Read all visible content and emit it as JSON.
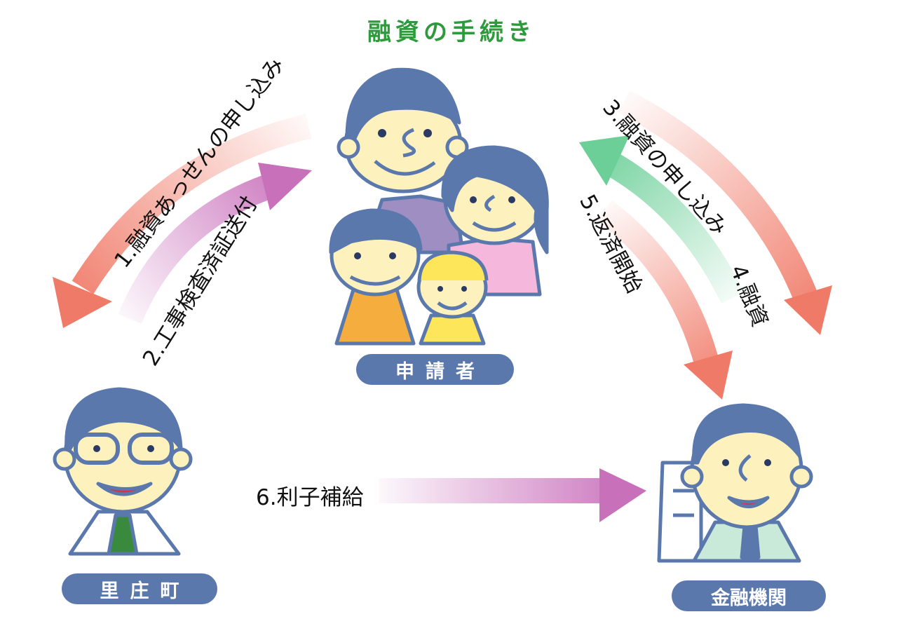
{
  "diagram": {
    "title": "融資の手続き",
    "nodes": {
      "applicant": "申請者",
      "town": "里庄町",
      "bank": "金融機関"
    },
    "steps": [
      {
        "label": "1.融資あっせんの申し込み",
        "from": "applicant",
        "to": "town"
      },
      {
        "label": "2.工事検査済証送付",
        "from": "town",
        "to": "applicant"
      },
      {
        "label": "3.融資の申し込み",
        "from": "applicant",
        "to": "bank"
      },
      {
        "label": "4.融資",
        "from": "bank",
        "to": "applicant"
      },
      {
        "label": "5.返済開始",
        "from": "applicant",
        "to": "bank"
      },
      {
        "label": "6.利子補給",
        "from": "town",
        "to": "bank"
      }
    ]
  },
  "colors": {
    "title": "#2e9a3c",
    "pill": "#5b78ad",
    "arrow_salmon": "#f07a68",
    "arrow_purple": "#c970bb",
    "arrow_green": "#6ccf98",
    "skin": "#fdf1bd",
    "hair": "#5b78ad"
  }
}
